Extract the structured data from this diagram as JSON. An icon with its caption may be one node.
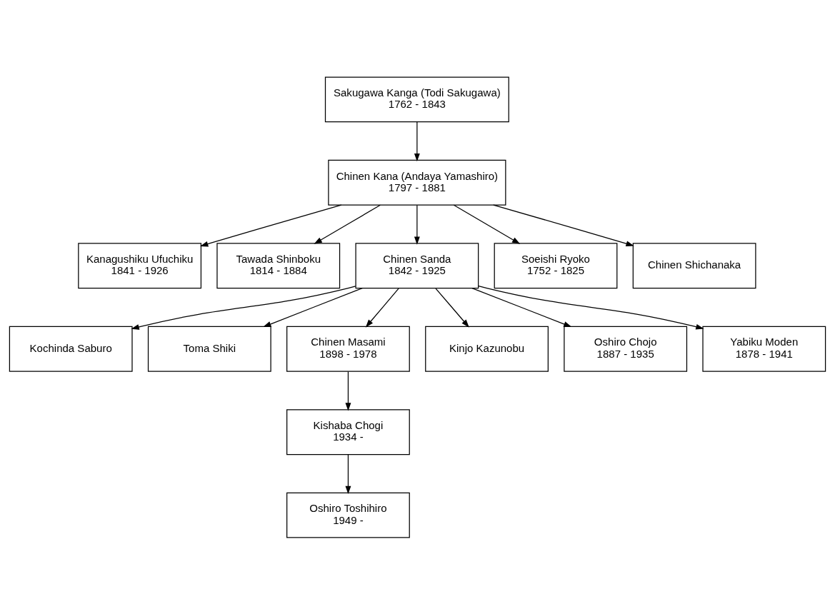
{
  "diagram": {
    "nodes": [
      {
        "text": [
          "Sakugawa Kanga (Todi Sakugawa)",
          "1762 - 1843"
        ]
      },
      {
        "text": [
          "Chinen Kana (Andaya Yamashiro)",
          "1797 - 1881"
        ]
      },
      {
        "text": [
          "Kanagushiku Ufuchiku",
          "1841 - 1926"
        ]
      },
      {
        "text": [
          "Tawada Shinboku",
          "1814 - 1884"
        ]
      },
      {
        "text": [
          "Chinen Sanda",
          "1842 - 1925"
        ]
      },
      {
        "text": [
          "Soeishi Ryoko",
          "1752 - 1825"
        ]
      },
      {
        "text": [
          "Chinen Shichanaka"
        ]
      },
      {
        "text": [
          "Kochinda Saburo"
        ]
      },
      {
        "text": [
          "Toma Shiki"
        ]
      },
      {
        "text": [
          "Chinen Masami",
          "1898 - 1978"
        ]
      },
      {
        "text": [
          "Kinjo Kazunobu"
        ]
      },
      {
        "text": [
          "Oshiro Chojo",
          "1887 - 1935"
        ]
      },
      {
        "text": [
          "Yabiku Moden",
          "1878 - 1941"
        ]
      },
      {
        "text": [
          "Kishaba Chogi",
          "1934 -"
        ]
      },
      {
        "text": [
          "Oshiro Toshihiro",
          "1949 -"
        ]
      }
    ],
    "edges": [
      {
        "from": 0,
        "to": 1,
        "arrow": "to"
      },
      {
        "from": 1,
        "to": 2,
        "arrow": "to"
      },
      {
        "from": 1,
        "to": 3,
        "arrow": "to"
      },
      {
        "from": 1,
        "to": 4,
        "arrow": "to"
      },
      {
        "from": 1,
        "to": 5,
        "arrow": "to"
      },
      {
        "from": 1,
        "to": 6,
        "arrow": "to"
      },
      {
        "from": 4,
        "to": 7,
        "arrow": "to"
      },
      {
        "from": 4,
        "to": 8,
        "arrow": "to"
      },
      {
        "from": 4,
        "to": 9,
        "arrow": "to"
      },
      {
        "from": 4,
        "to": 10,
        "arrow": "to"
      },
      {
        "from": 4,
        "to": 11,
        "arrow": "to"
      },
      {
        "from": 4,
        "to": 12,
        "arrow": "to"
      },
      {
        "from": 9,
        "to": 13,
        "arrow": "to"
      },
      {
        "from": 13,
        "to": 14,
        "arrow": "to"
      }
    ]
  }
}
